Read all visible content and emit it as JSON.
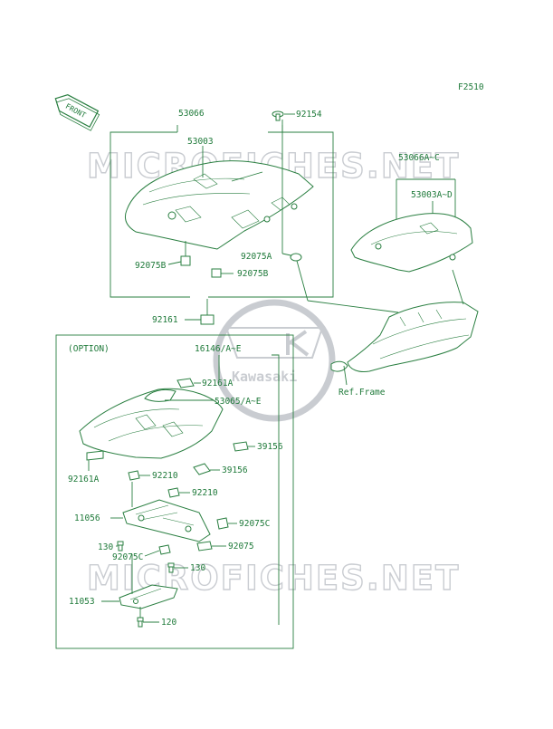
{
  "figure_code": "F2510",
  "front_badge": "FRONT",
  "watermark": {
    "text": "MICROFICHES.NET",
    "logo_text": "Kawasaki",
    "color": "#c9ccd1"
  },
  "option_heading": "(OPTION)",
  "ref_frame": "Ref.Frame",
  "accent_color": "#1f7a3a",
  "labels": {
    "l53066": "53066",
    "l92154": "92154",
    "l53003": "53003",
    "l53066ac": "53066A~C",
    "l53003ad": "53003A~D",
    "l92075a": "92075A",
    "l92075b_1": "92075B",
    "l92075b_2": "92075B",
    "l92161": "92161",
    "l16146": "16146/A~E",
    "l92161a_1": "92161A",
    "l53065": "53065/A~E",
    "l39156_1": "39156",
    "l39156_2": "39156",
    "l92161a_2": "92161A",
    "l92210_1": "92210",
    "l92210_2": "92210",
    "l11056": "11056",
    "l92075c_1": "92075C",
    "l92075c_2": "92075C",
    "l130_1": "130",
    "l130_2": "130",
    "l92075": "92075",
    "l11053": "11053",
    "l120": "120"
  }
}
